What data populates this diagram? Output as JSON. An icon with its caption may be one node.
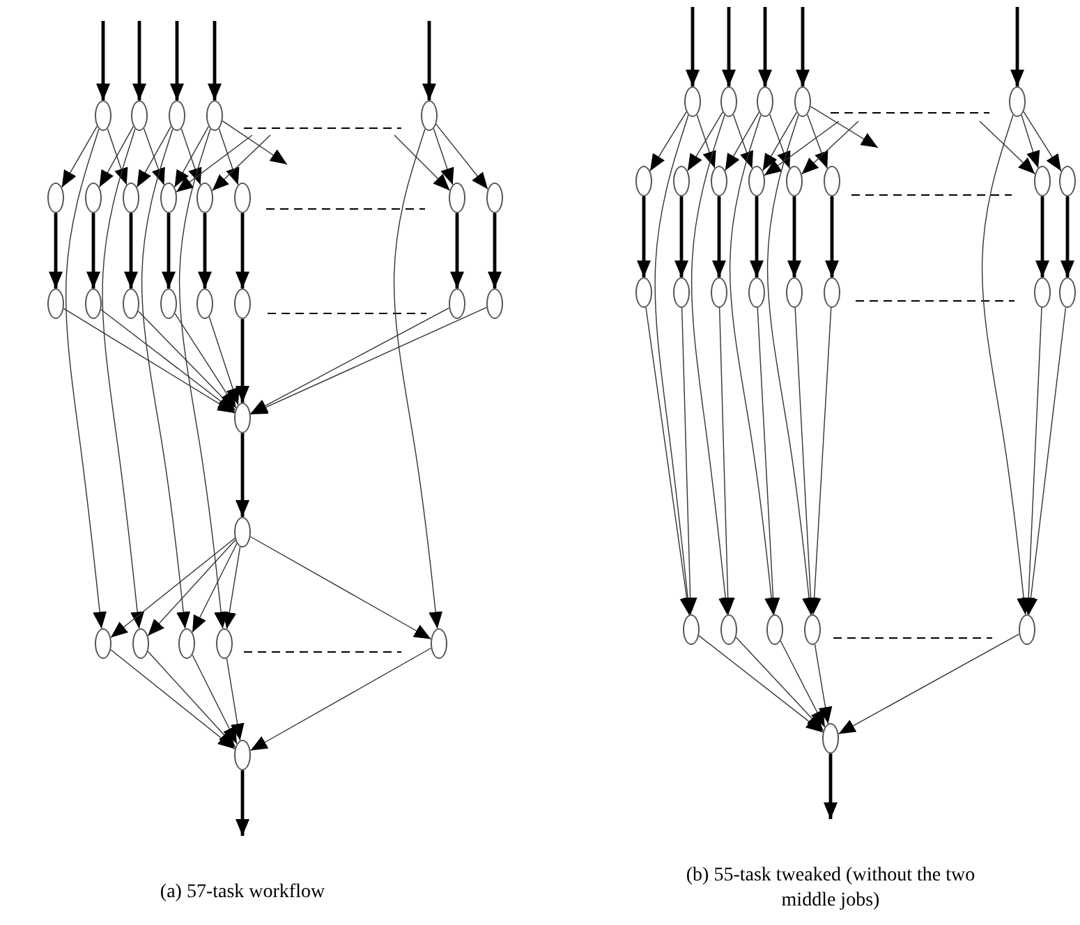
{
  "diagram": {
    "nodes": [
      {
        "text": [],
        "shape": "ellipse"
      },
      {
        "text": [],
        "shape": "ellipse"
      },
      {
        "text": [],
        "shape": "ellipse"
      },
      {
        "text": [],
        "shape": "ellipse"
      },
      {
        "text": [],
        "shape": "ellipse"
      },
      {
        "text": [],
        "shape": "ellipse"
      },
      {
        "text": [],
        "shape": "ellipse"
      },
      {
        "text": [],
        "shape": "ellipse"
      },
      {
        "text": [],
        "shape": "ellipse"
      },
      {
        "text": [],
        "shape": "ellipse"
      },
      {
        "text": [],
        "shape": "ellipse"
      },
      {
        "text": [],
        "shape": "ellipse"
      },
      {
        "text": [],
        "shape": "ellipse"
      },
      {
        "text": [],
        "shape": "ellipse"
      },
      {
        "text": [],
        "shape": "ellipse"
      },
      {
        "text": [],
        "shape": "ellipse"
      },
      {
        "text": [],
        "shape": "ellipse"
      },
      {
        "text": [],
        "shape": "ellipse"
      },
      {
        "text": [],
        "shape": "ellipse"
      },
      {
        "text": [],
        "shape": "ellipse"
      },
      {
        "text": [],
        "shape": "ellipse"
      },
      {
        "text": [],
        "shape": "ellipse"
      },
      {
        "text": [],
        "shape": "ellipse"
      },
      {
        "text": [],
        "shape": "ellipse"
      },
      {
        "text": [],
        "shape": "ellipse"
      },
      {
        "text": [],
        "shape": "ellipse"
      },
      {
        "text": [],
        "shape": "ellipse"
      },
      {
        "text": [],
        "shape": "ellipse"
      },
      {
        "text": [],
        "shape": "ellipse"
      },
      {
        "text": [],
        "shape": "ellipse"
      },
      {
        "text": [],
        "shape": "ellipse"
      },
      {
        "text": [],
        "shape": "ellipse"
      },
      {
        "text": [],
        "shape": "ellipse"
      },
      {
        "text": [],
        "shape": "ellipse"
      },
      {
        "text": [],
        "shape": "ellipse"
      },
      {
        "text": [],
        "shape": "ellipse"
      },
      {
        "text": [],
        "shape": "ellipse"
      },
      {
        "text": [],
        "shape": "ellipse"
      },
      {
        "text": [],
        "shape": "ellipse"
      },
      {
        "text": [],
        "shape": "ellipse"
      },
      {
        "text": [],
        "shape": "ellipse"
      },
      {
        "text": [],
        "shape": "ellipse"
      },
      {
        "text": [],
        "shape": "ellipse"
      },
      {
        "text": [],
        "shape": "ellipse"
      },
      {
        "text": [],
        "shape": "ellipse"
      },
      {
        "text": [],
        "shape": "ellipse"
      },
      {
        "text": [],
        "shape": "ellipse"
      },
      {
        "text": [],
        "shape": "ellipse"
      },
      {
        "text": [],
        "shape": "ellipse"
      },
      {
        "text": [],
        "shape": "ellipse"
      },
      {
        "text": [],
        "shape": "ellipse"
      },
      {
        "text": [],
        "shape": "ellipse"
      },
      {
        "text": [],
        "shape": "ellipse"
      },
      {
        "text": [],
        "shape": "ellipse"
      },
      {
        "text": [],
        "shape": "ellipse"
      },
      {
        "text": [],
        "shape": "ellipse"
      }
    ],
    "edges": [
      {
        "from": null,
        "to": 0,
        "arrow": "to",
        "style": "thick"
      },
      {
        "from": null,
        "to": 1,
        "arrow": "to",
        "style": "thick"
      },
      {
        "from": null,
        "to": 2,
        "arrow": "to",
        "style": "thick"
      },
      {
        "from": null,
        "to": 3,
        "arrow": "to",
        "style": "thick"
      },
      {
        "from": null,
        "to": 4,
        "arrow": "to",
        "style": "thick"
      },
      {
        "from": 0,
        "to": 5,
        "arrow": "to"
      },
      {
        "from": 0,
        "to": 7,
        "arrow": "to"
      },
      {
        "from": 1,
        "to": 6,
        "arrow": "to"
      },
      {
        "from": 1,
        "to": 8,
        "arrow": "to"
      },
      {
        "from": 2,
        "to": 7,
        "arrow": "to"
      },
      {
        "from": 2,
        "to": 9,
        "arrow": "to"
      },
      {
        "from": 3,
        "to": 8,
        "arrow": "to"
      },
      {
        "from": 3,
        "to": 10,
        "arrow": "to"
      },
      {
        "from": 3,
        "to": null,
        "arrow": "to"
      },
      {
        "from": null,
        "to": 8,
        "arrow": "to"
      },
      {
        "from": null,
        "to": 9,
        "arrow": "to"
      },
      {
        "from": 4,
        "to": 11,
        "arrow": "to"
      },
      {
        "from": 4,
        "to": 12,
        "arrow": "to"
      },
      {
        "from": null,
        "to": 11,
        "arrow": "to"
      },
      {
        "from": 0,
        "to": 23,
        "arrow": "to"
      },
      {
        "from": 1,
        "to": 24,
        "arrow": "to"
      },
      {
        "from": 2,
        "to": 25,
        "arrow": "to"
      },
      {
        "from": 3,
        "to": 26,
        "arrow": "to"
      },
      {
        "from": 4,
        "to": 27,
        "arrow": "to"
      },
      {
        "from": 5,
        "to": 13,
        "arrow": "to",
        "style": "thick"
      },
      {
        "from": 6,
        "to": 14,
        "arrow": "to",
        "style": "thick"
      },
      {
        "from": 7,
        "to": 15,
        "arrow": "to",
        "style": "thick"
      },
      {
        "from": 8,
        "to": 16,
        "arrow": "to",
        "style": "thick"
      },
      {
        "from": 9,
        "to": 17,
        "arrow": "to",
        "style": "thick"
      },
      {
        "from": 10,
        "to": 18,
        "arrow": "to",
        "style": "thick"
      },
      {
        "from": 11,
        "to": 19,
        "arrow": "to",
        "style": "thick"
      },
      {
        "from": 12,
        "to": 20,
        "arrow": "to",
        "style": "thick"
      },
      {
        "from": 13,
        "to": 21,
        "arrow": "to"
      },
      {
        "from": 14,
        "to": 21,
        "arrow": "to"
      },
      {
        "from": 15,
        "to": 21,
        "arrow": "to"
      },
      {
        "from": 16,
        "to": 21,
        "arrow": "to"
      },
      {
        "from": 17,
        "to": 21,
        "arrow": "to"
      },
      {
        "from": 18,
        "to": 21,
        "arrow": "to",
        "style": "thick"
      },
      {
        "from": 19,
        "to": 21,
        "arrow": "to"
      },
      {
        "from": 20,
        "to": 21,
        "arrow": "to"
      },
      {
        "from": 21,
        "to": 22,
        "arrow": "to",
        "style": "thick"
      },
      {
        "from": 22,
        "to": 23,
        "arrow": "to"
      },
      {
        "from": 22,
        "to": 24,
        "arrow": "to"
      },
      {
        "from": 22,
        "to": 25,
        "arrow": "to"
      },
      {
        "from": 22,
        "to": 26,
        "arrow": "to"
      },
      {
        "from": 22,
        "to": 27,
        "arrow": "to"
      },
      {
        "from": 23,
        "to": 28,
        "arrow": "to"
      },
      {
        "from": 24,
        "to": 28,
        "arrow": "to"
      },
      {
        "from": 25,
        "to": 28,
        "arrow": "to"
      },
      {
        "from": 26,
        "to": 28,
        "arrow": "to"
      },
      {
        "from": 27,
        "to": 28,
        "arrow": "to"
      },
      {
        "from": 28,
        "to": null,
        "arrow": "to",
        "style": "thick"
      },
      {
        "from": null,
        "to": 29,
        "arrow": "to",
        "style": "thick"
      },
      {
        "from": null,
        "to": 30,
        "arrow": "to",
        "style": "thick"
      },
      {
        "from": null,
        "to": 31,
        "arrow": "to",
        "style": "thick"
      },
      {
        "from": null,
        "to": 32,
        "arrow": "to",
        "style": "thick"
      },
      {
        "from": null,
        "to": 33,
        "arrow": "to",
        "style": "thick"
      },
      {
        "from": 29,
        "to": 34,
        "arrow": "to"
      },
      {
        "from": 29,
        "to": 36,
        "arrow": "to"
      },
      {
        "from": 30,
        "to": 35,
        "arrow": "to"
      },
      {
        "from": 30,
        "to": 37,
        "arrow": "to"
      },
      {
        "from": 31,
        "to": 36,
        "arrow": "to"
      },
      {
        "from": 31,
        "to": 38,
        "arrow": "to"
      },
      {
        "from": 32,
        "to": 37,
        "arrow": "to"
      },
      {
        "from": 32,
        "to": 39,
        "arrow": "to"
      },
      {
        "from": 32,
        "to": null,
        "arrow": "to"
      },
      {
        "from": null,
        "to": 37,
        "arrow": "to"
      },
      {
        "from": null,
        "to": 38,
        "arrow": "to"
      },
      {
        "from": 33,
        "to": 40,
        "arrow": "to"
      },
      {
        "from": 33,
        "to": 41,
        "arrow": "to"
      },
      {
        "from": null,
        "to": 40,
        "arrow": "to"
      },
      {
        "from": 29,
        "to": 50,
        "arrow": "to"
      },
      {
        "from": 30,
        "to": 51,
        "arrow": "to"
      },
      {
        "from": 31,
        "to": 52,
        "arrow": "to"
      },
      {
        "from": 32,
        "to": 53,
        "arrow": "to"
      },
      {
        "from": 33,
        "to": 54,
        "arrow": "to"
      },
      {
        "from": 34,
        "to": 42,
        "arrow": "to",
        "style": "thick"
      },
      {
        "from": 35,
        "to": 43,
        "arrow": "to",
        "style": "thick"
      },
      {
        "from": 36,
        "to": 44,
        "arrow": "to",
        "style": "thick"
      },
      {
        "from": 37,
        "to": 45,
        "arrow": "to",
        "style": "thick"
      },
      {
        "from": 38,
        "to": 46,
        "arrow": "to",
        "style": "thick"
      },
      {
        "from": 39,
        "to": 47,
        "arrow": "to",
        "style": "thick"
      },
      {
        "from": 40,
        "to": 48,
        "arrow": "to",
        "style": "thick"
      },
      {
        "from": 41,
        "to": 49,
        "arrow": "to",
        "style": "thick"
      },
      {
        "from": 42,
        "to": 50,
        "arrow": "to"
      },
      {
        "from": 43,
        "to": 50,
        "arrow": "to"
      },
      {
        "from": 44,
        "to": 51,
        "arrow": "to"
      },
      {
        "from": 45,
        "to": 52,
        "arrow": "to"
      },
      {
        "from": 46,
        "to": 53,
        "arrow": "to"
      },
      {
        "from": 47,
        "to": 53,
        "arrow": "to"
      },
      {
        "from": 48,
        "to": 54,
        "arrow": "to"
      },
      {
        "from": 49,
        "to": 54,
        "arrow": "to"
      },
      {
        "from": 50,
        "to": 55,
        "arrow": "to"
      },
      {
        "from": 51,
        "to": 55,
        "arrow": "to"
      },
      {
        "from": 52,
        "to": 55,
        "arrow": "to"
      },
      {
        "from": 53,
        "to": 55,
        "arrow": "to"
      },
      {
        "from": 54,
        "to": 55,
        "arrow": "to"
      },
      {
        "from": 55,
        "to": null,
        "arrow": "to",
        "style": "thick"
      }
    ],
    "labels": [
      "(a) 57-task workflow",
      "(b) 55-task tweaked (without the two middle jobs)"
    ]
  }
}
